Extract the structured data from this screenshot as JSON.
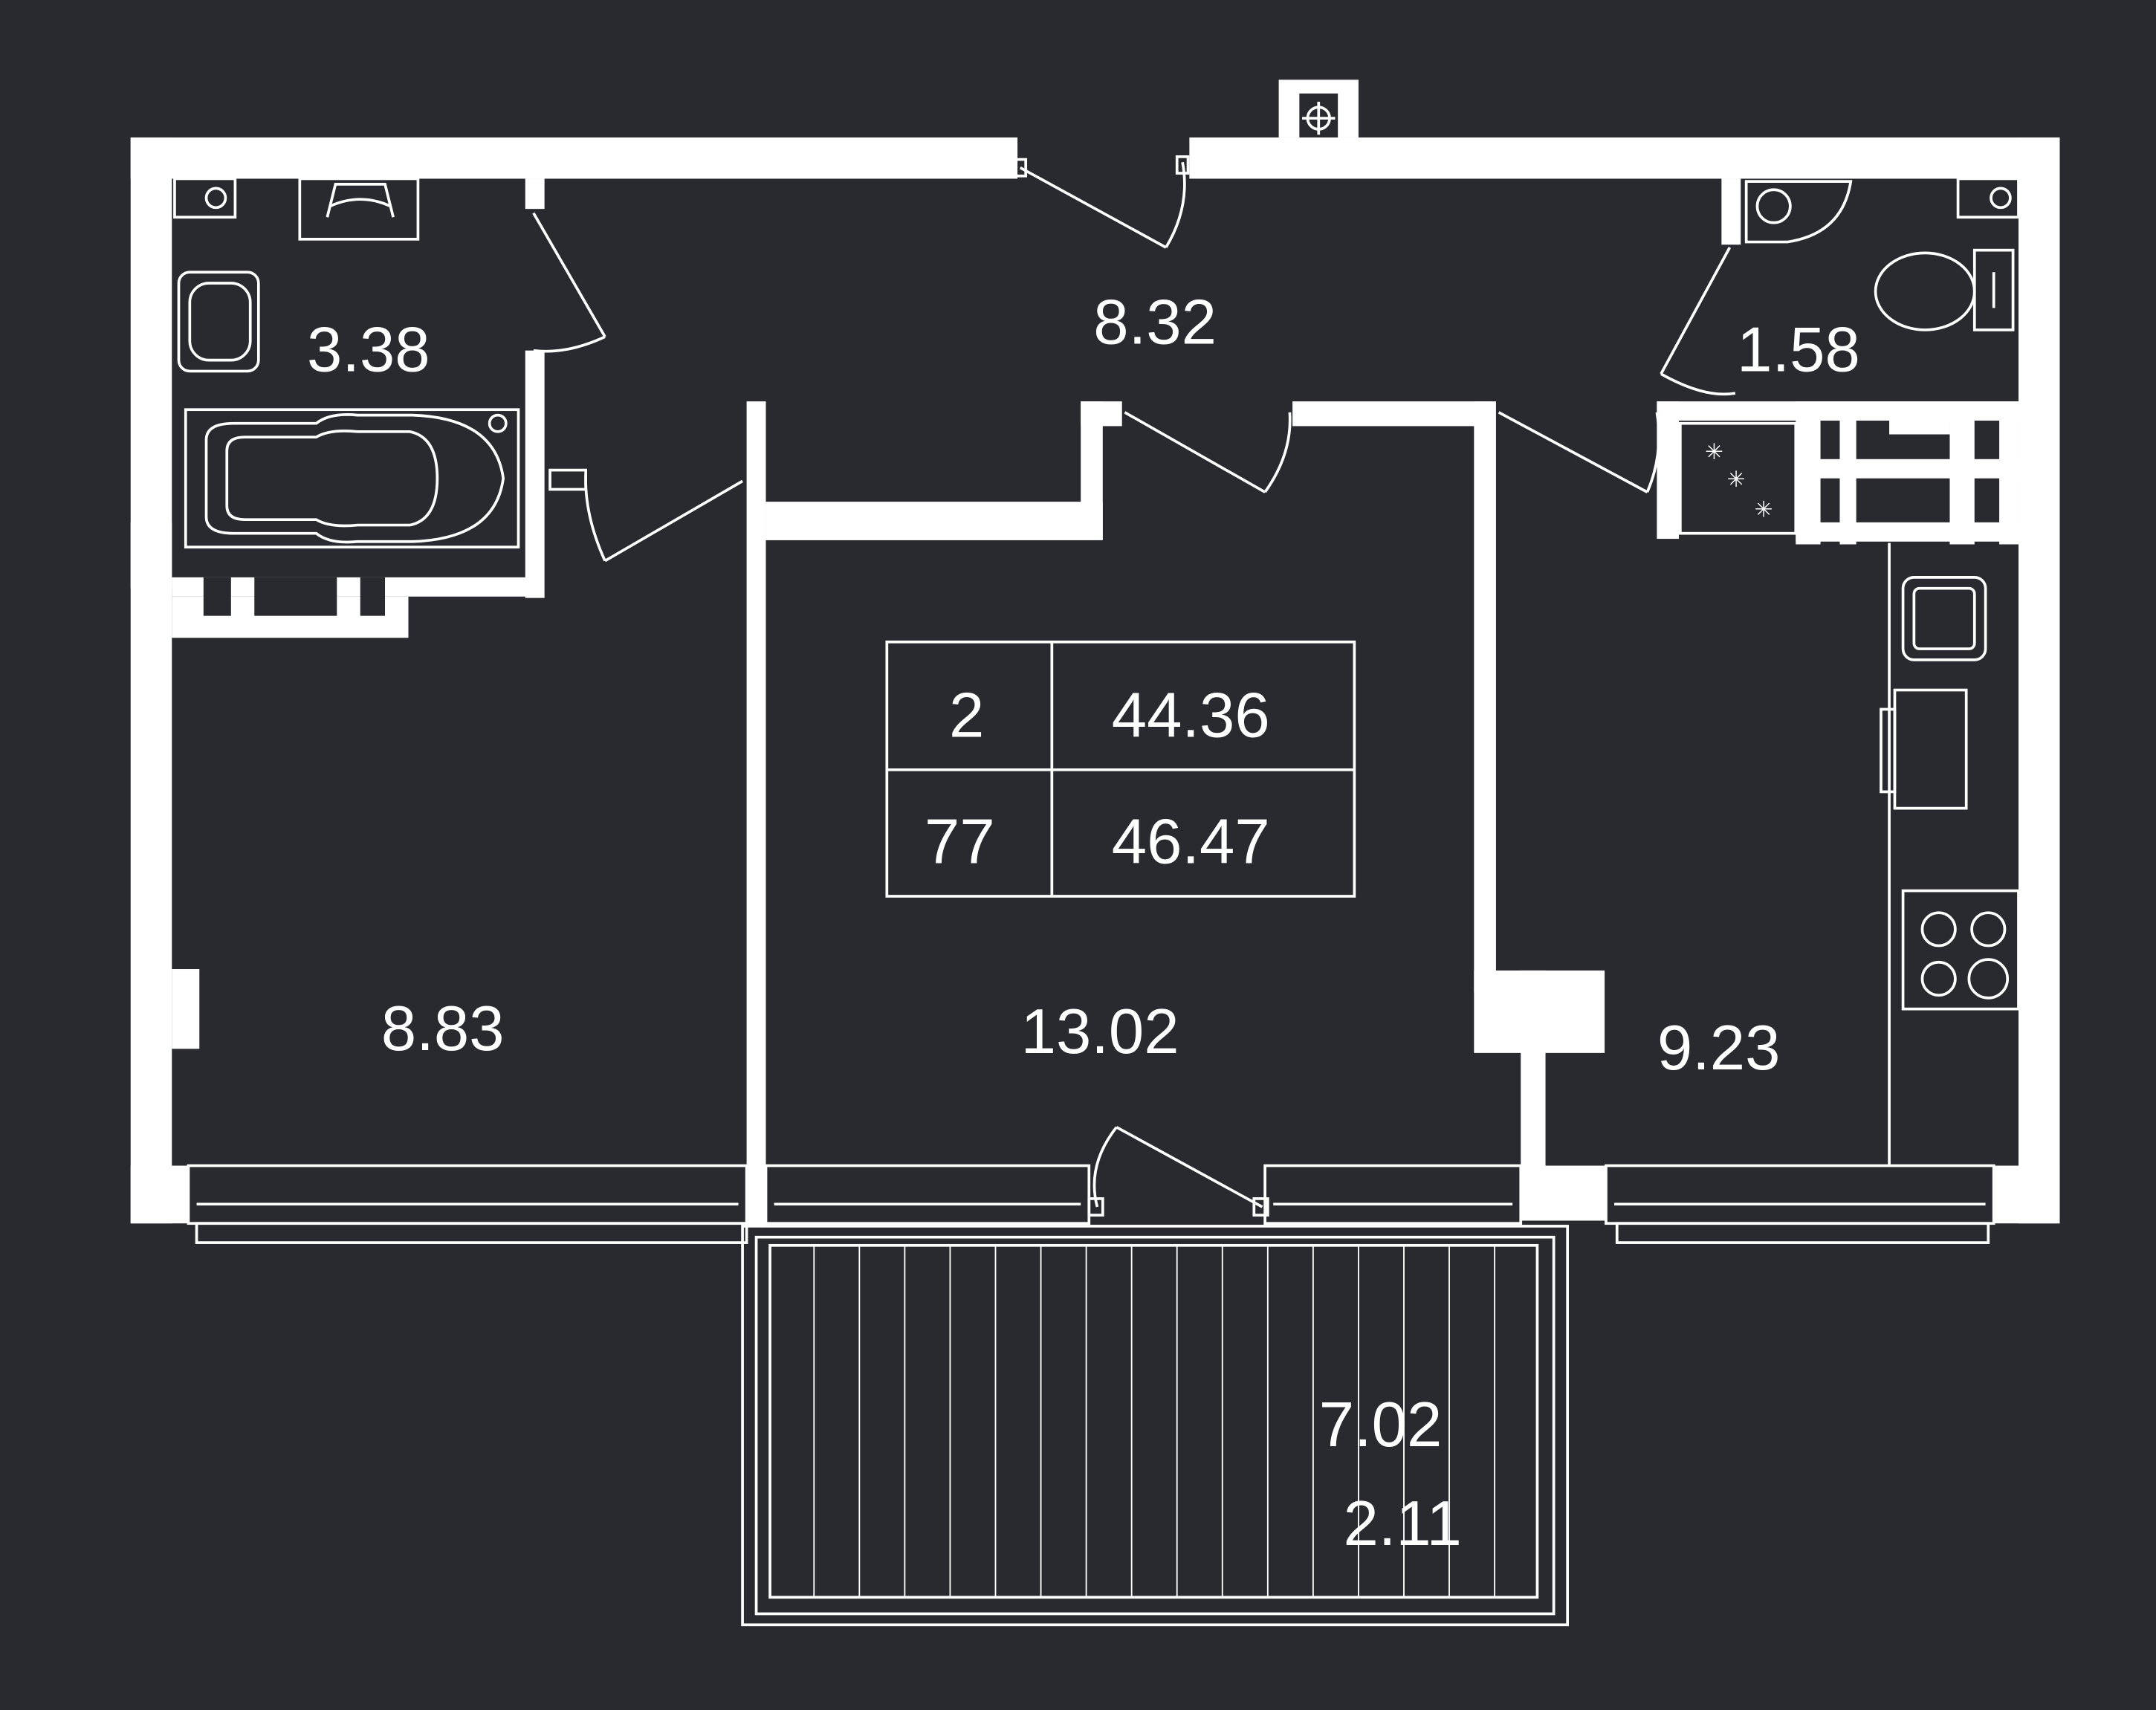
{
  "colors": {
    "background": "#282a30",
    "wall": "#ffffff",
    "line": "#ffffff"
  },
  "plan": {
    "rooms": {
      "bathroom": "3.38",
      "hallway": "8.32",
      "toilet": "1.58",
      "bedroom": "8.83",
      "living_room": "13.02",
      "kitchen": "9.23",
      "balcony_area": "7.02",
      "balcony_reduced": "2.11"
    },
    "summary": {
      "rooms_count": "2",
      "living_area": "44.36",
      "apartment_number": "77",
      "total_area": "46.47"
    },
    "icons": [
      "ventilation-icon",
      "washbasin-icon",
      "bathtub-icon",
      "washing-machine-icon",
      "toilet-icon",
      "sink-icon",
      "stove-icon",
      "refrigerator-icon",
      "boiler-icon"
    ]
  }
}
